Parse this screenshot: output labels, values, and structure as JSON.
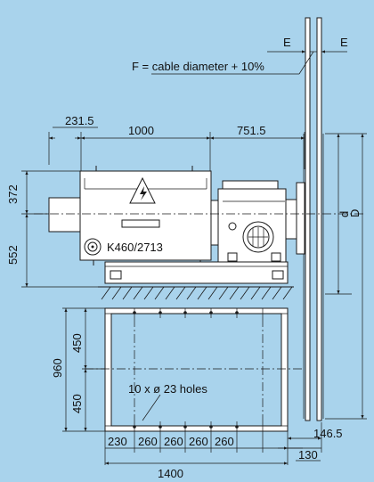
{
  "colors": {
    "background": "#a9d3ec",
    "lines": "#1a1a1a",
    "parts": "#ffffff"
  },
  "annotations": {
    "clearance_left": "E",
    "clearance_right": "E",
    "clearance_note": "F = cable diameter + 10%",
    "motor_label": "K460/2713",
    "holes_note": "10 x ø 23 holes",
    "hazard_icon": "high-voltage-warning-icon"
  },
  "dimensions": {
    "top": {
      "offset": "231.5",
      "motor": "1000",
      "gearbox": "751.5"
    },
    "left": {
      "upper": "372",
      "lower": "552"
    },
    "right": {
      "inner": "d",
      "outer": "D"
    },
    "frame": {
      "upper": "450",
      "lower": "450",
      "total": "960"
    },
    "bottom": {
      "spacings": [
        "230",
        "260",
        "260",
        "260",
        "260"
      ],
      "end": "130",
      "total": "1400",
      "sheave_overhang": "146.5"
    }
  }
}
